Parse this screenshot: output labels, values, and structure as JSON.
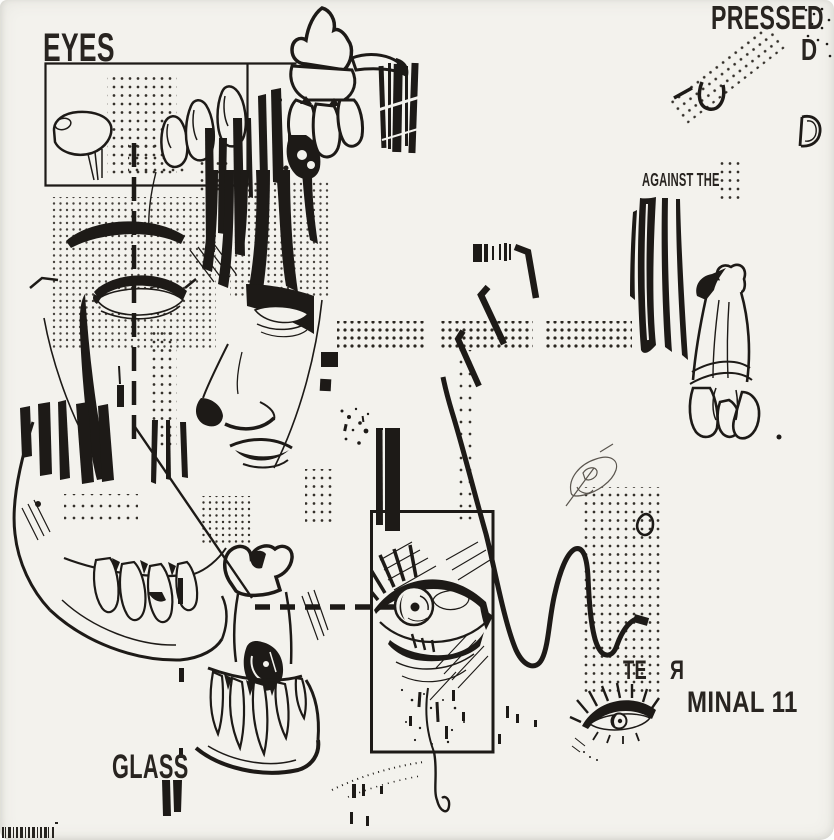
{
  "cover": {
    "paper_color": "#f3f2ed",
    "ink_color": "#1d1a17",
    "title_fragments": {
      "eyes": "EYES",
      "pressed": "PRESSED",
      "stray_d": "D",
      "against_the": "AGAINST THE",
      "glass": "GLASS"
    },
    "artist_fragments": {
      "te": "TE",
      "reversed_r": "Я",
      "minal_11": "MINAL 11"
    }
  }
}
